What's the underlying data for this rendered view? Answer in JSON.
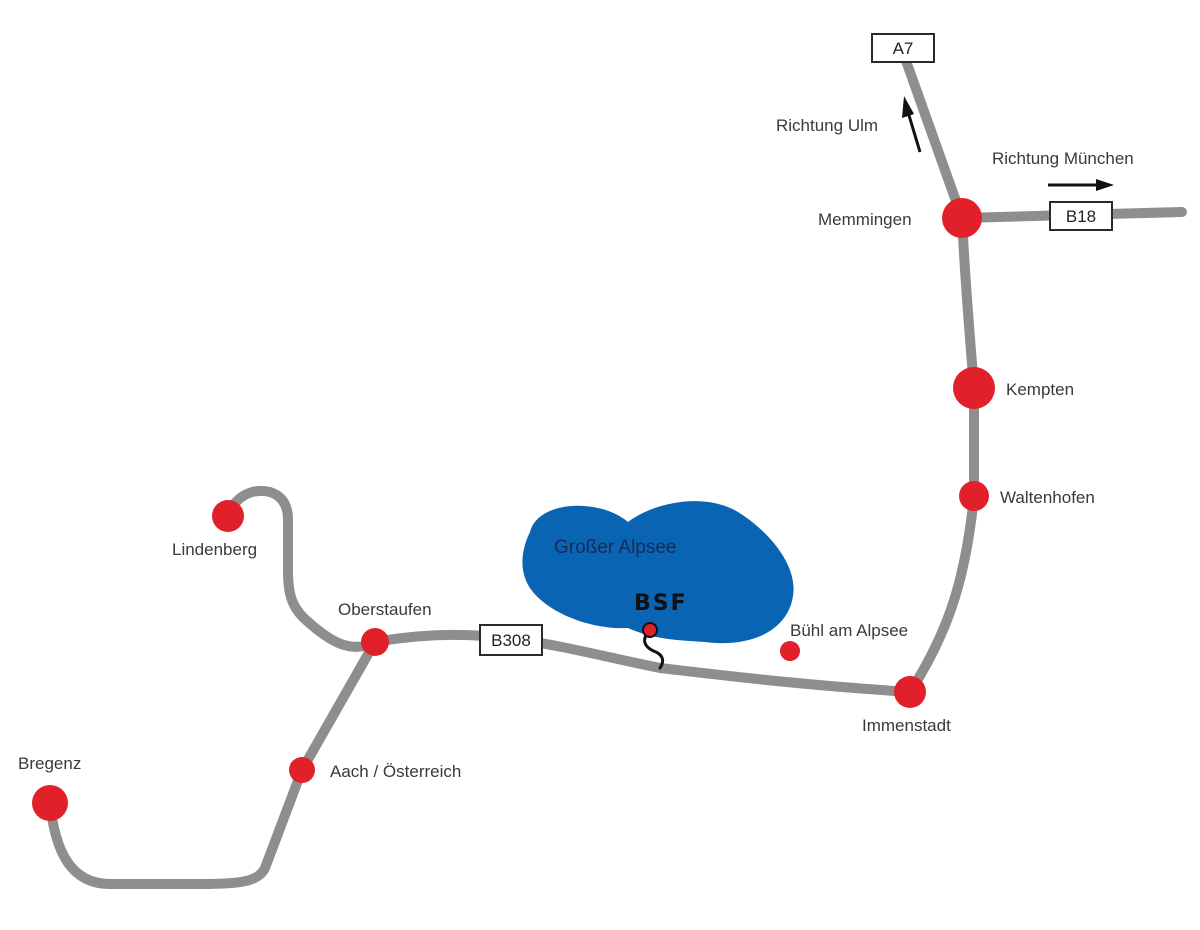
{
  "map": {
    "colors": {
      "road": "#8e8e8e",
      "city": "#e2202a",
      "lake": "#0a64b4",
      "background": "#ffffff"
    },
    "lake_name": "Großer Alpsee",
    "marker_label": "BSF",
    "directions": {
      "ulm": "Richtung Ulm",
      "muenchen": "Richtung München"
    },
    "road_shields": {
      "a7": "A7",
      "b18": "B18",
      "b308": "B308"
    },
    "cities": {
      "memmingen": "Memmingen",
      "kempten": "Kempten",
      "waltenhofen": "Waltenhofen",
      "immenstadt": "Immenstadt",
      "buehl": "Bühl am Alpsee",
      "oberstaufen": "Oberstaufen",
      "lindenberg": "Lindenberg",
      "aach": "Aach / Österreich",
      "bregenz": "Bregenz"
    }
  }
}
